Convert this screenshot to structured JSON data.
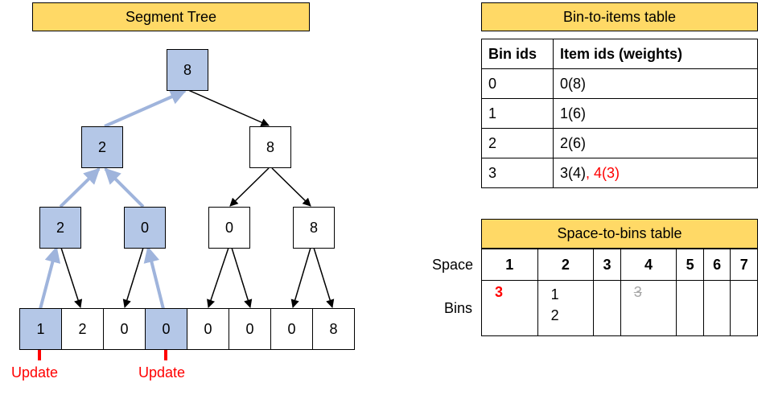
{
  "segment_tree": {
    "title": "Segment Tree",
    "root": "8",
    "level1": [
      "2",
      "8"
    ],
    "level2": [
      "2",
      "0",
      "0",
      "8"
    ],
    "leaves": [
      "1",
      "2",
      "0",
      "0",
      "0",
      "0",
      "0",
      "8"
    ],
    "update_labels": [
      "Update",
      "Update"
    ]
  },
  "bin_to_items": {
    "title": "Bin-to-items table",
    "headers": [
      "Bin ids",
      "Item ids (weights)"
    ],
    "rows": [
      {
        "bin": "0",
        "items": "0(8)"
      },
      {
        "bin": "1",
        "items": "1(6)"
      },
      {
        "bin": "2",
        "items": "2(6)"
      },
      {
        "bin": "3",
        "items": "3(4)",
        "added": ", 4(3)"
      }
    ]
  },
  "space_to_bins": {
    "title": "Space-to-bins table",
    "space_label": "Space",
    "bins_label": "Bins",
    "spaces": [
      "1",
      "2",
      "3",
      "4",
      "5",
      "6",
      "7"
    ],
    "bins": {
      "s1": "3",
      "s2_line1": "1",
      "s2_line2": "2",
      "s4_removed": "3"
    }
  },
  "colors": {
    "highlight_fill": "#b4c7e7",
    "highlight_arrow": "#9fb4dc",
    "banner": "#ffd966",
    "update": "#ff0000"
  }
}
